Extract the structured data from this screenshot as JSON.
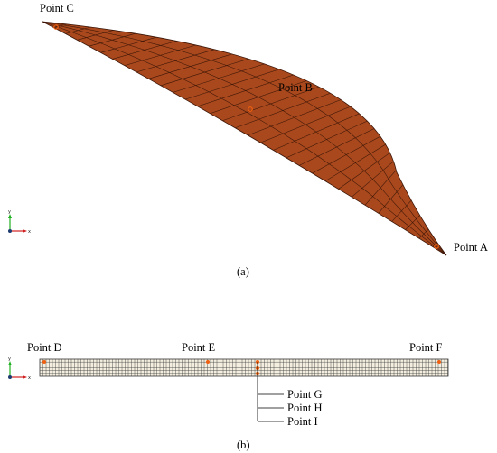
{
  "colors": {
    "mesh_fill": "#a8481c",
    "mesh_line": "#3c1608",
    "strip_fill": "#f3eedf",
    "strip_line": "#333333",
    "marker": "#f06010",
    "axis_y": "#20b020",
    "axis_x": "#d02020"
  },
  "panel_a": {
    "caption": "(a)",
    "points": {
      "c": "Point C",
      "b": "Point B",
      "a": "Point A"
    },
    "triad": {
      "y": "y",
      "x": "x"
    }
  },
  "panel_b": {
    "caption": "(b)",
    "points": {
      "d": "Point D",
      "e": "Point E",
      "f": "Point F",
      "g": "Point G",
      "h": "Point H",
      "i": "Point I"
    },
    "triad": {
      "y": "y",
      "x": "x"
    }
  }
}
